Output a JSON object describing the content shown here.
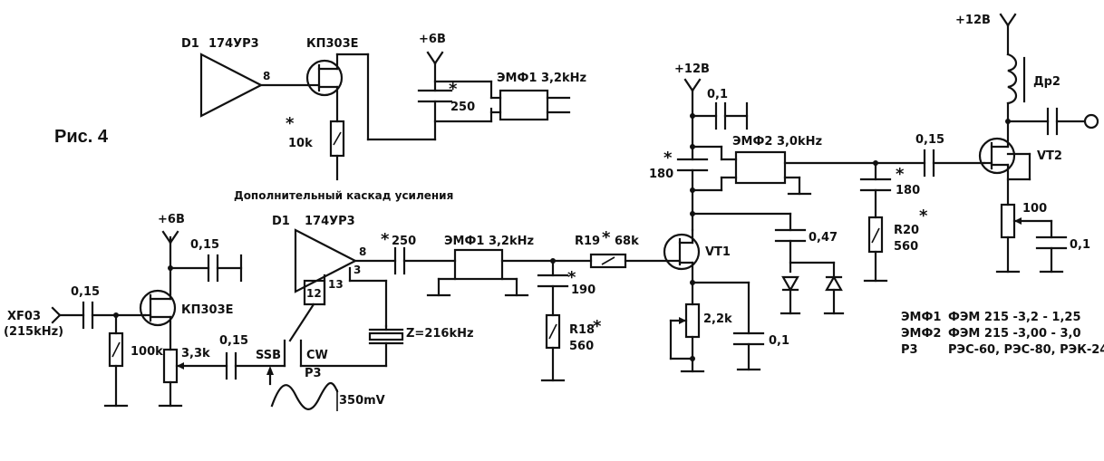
{
  "figure": "Рис. 4",
  "note": "Дополнительный каскад усиления",
  "star": "*",
  "top": {
    "d1": "D1",
    "chip": "174УР3",
    "pin8": "8",
    "fet": "КП303Е",
    "res": "10k",
    "supply": "+6В",
    "cap": "250",
    "filter": "ЭМФ1 3,2kHz"
  },
  "left": {
    "input": "XF03",
    "input_freq": "(215kHz)",
    "cap_in": "0,15",
    "res_bias": "100k",
    "supply": "+6В",
    "cap_dec": "0,15",
    "fet": "КП303Е",
    "pot": "3,3k",
    "cap_out": "0,15"
  },
  "mid": {
    "d1": "D1",
    "chip": "174УР3",
    "pin8": "8",
    "pin3": "3",
    "pin12": "12",
    "pin13": "13",
    "ssb": "SSB",
    "cw": "CW",
    "relay": "Р3",
    "amplitude": "350mV",
    "cap": "250",
    "filter": "ЭМФ1 3,2kHz",
    "crystal": "Z=216kHz",
    "cap_shunt": "190",
    "r18": "R18",
    "r18_val": "560",
    "r19": "R19",
    "r19_val": "68k"
  },
  "vt1": {
    "name": "VT1",
    "supply": "+12В",
    "cap_dec": "0,1",
    "cap_in": "180",
    "filter": "ЭМФ2 3,0kHz",
    "cap_d": "0,47",
    "pot": "2,2k",
    "cap_s": "0,1"
  },
  "vt2": {
    "name": "VT2",
    "supply": "+12В",
    "choke": "Др2",
    "cap_in": "0,15",
    "cap_shunt": "180",
    "r20": "R20",
    "r20_val": "560",
    "pot": "100",
    "cap_s": "0,1"
  },
  "legend": [
    {
      "ref": "ЭМФ1",
      "value": "ФЭМ 215 -3,2 - 1,25"
    },
    {
      "ref": "ЭМФ2",
      "value": "ФЭМ 215 -3,00 - 3,0"
    },
    {
      "ref": "Р3",
      "value": "РЭС-60, РЭС-80, РЭК-24"
    }
  ]
}
